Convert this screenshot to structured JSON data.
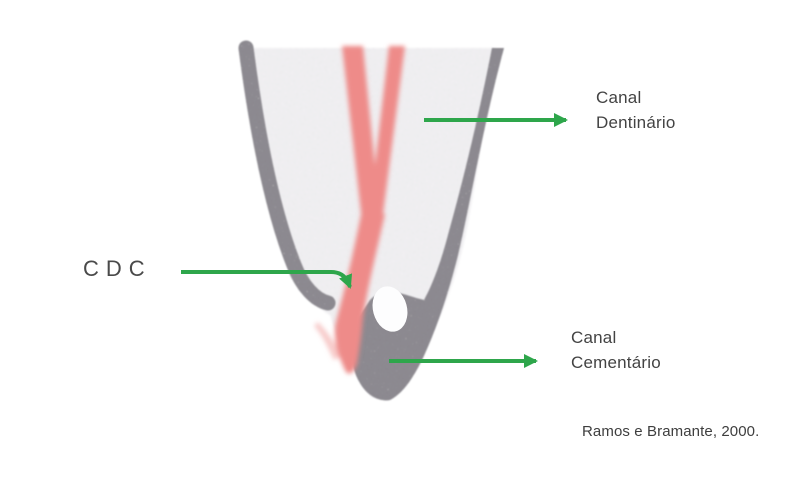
{
  "figure": {
    "labels": {
      "dentinal_canal": "Canal\nDentinário",
      "cdc": "CDC",
      "cemental_canal": "Canal\nCementário"
    },
    "citation": "Ramos e Bramante, 2000.",
    "colors": {
      "arrow_green": "#2ea64b",
      "canal_pink": "#ee8b89",
      "cementum_gray": "#8b888e",
      "dentin_light": "#f3f2f4",
      "label_text": "#434343"
    }
  }
}
